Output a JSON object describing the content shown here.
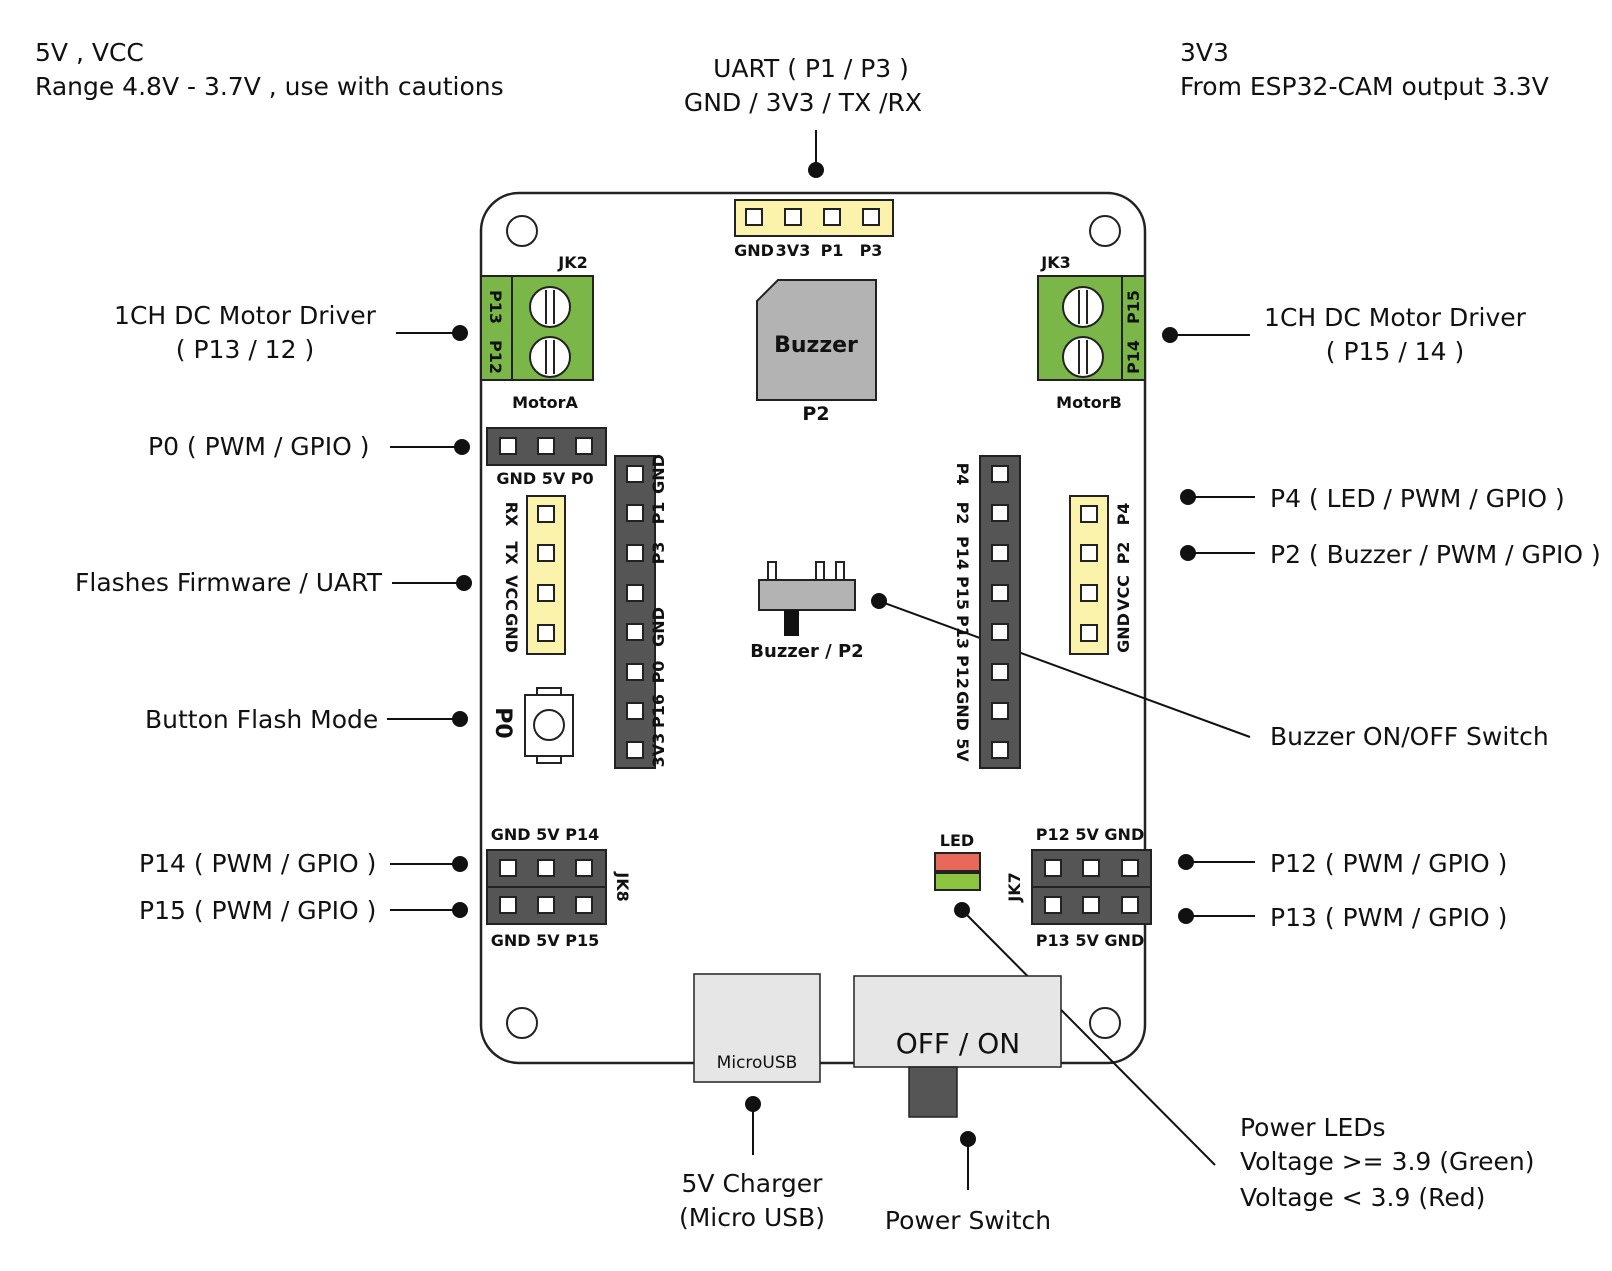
{
  "annotations": {
    "top_left_line1": "5V , VCC",
    "top_left_line2": "Range 4.8V - 3.7V , use with cautions",
    "top_center_line1": "UART ( P1 / P3 )",
    "top_center_line2": "GND / 3V3 / TX /RX",
    "top_right_line1": "3V3",
    "top_right_line2": "From ESP32-CAM output 3.3V",
    "motor_left_line1": "1CH DC Motor Driver",
    "motor_left_line2": "( P13 / 12 )",
    "motor_right_line1": "1CH DC Motor Driver",
    "motor_right_line2": "( P15 / 14 )",
    "p0": "P0 ( PWM / GPIO )",
    "flash_uart": "Flashes Firmware / UART",
    "button_flash": "Button Flash Mode",
    "p14": "P14 ( PWM / GPIO )",
    "p15": "P15 ( PWM / GPIO )",
    "p4": "P4 ( LED / PWM / GPIO )",
    "p2": "P2 ( Buzzer / PWM / GPIO )",
    "buzzer_switch": "Buzzer ON/OFF Switch",
    "p12": "P12 ( PWM / GPIO )",
    "p13": "P13 ( PWM / GPIO )",
    "charger_line1": "5V Charger",
    "charger_line2": "(Micro USB)",
    "power_switch": "Power Switch",
    "leds_line1": "Power LEDs",
    "leds_line2": "Voltage >= 3.9 (Green)",
    "leds_line3": "Voltage < 3.9 (Red)"
  },
  "board": {
    "uart_pins": [
      "GND",
      "3V3",
      "P1",
      "P3"
    ],
    "jk2": "JK2",
    "jk3": "JK3",
    "jk7": "JK7",
    "jk8": "JK8",
    "motor_a": "MotorA",
    "motor_b": "MotorB",
    "motor_a_pins": [
      "P13",
      "P12"
    ],
    "motor_b_pins": [
      "P15",
      "P14"
    ],
    "buzzer": "Buzzer",
    "buzzer_pin": "P2",
    "p0_header": "GND 5V P0",
    "uart_left_pins": [
      "RX",
      "TX",
      "VCC",
      "GND"
    ],
    "left_col_labels": [
      "GND",
      "P1",
      "P3",
      "GND",
      "P0",
      "P16",
      "3V3"
    ],
    "right_col_labels": [
      "P4",
      "P2",
      "P14",
      "P15",
      "P13",
      "P12",
      "GND",
      "5V"
    ],
    "p4_header": [
      "P4",
      "P2",
      "VCC",
      "GND"
    ],
    "switch_label": "Buzzer / P2",
    "button_label": "P0",
    "jk8_top": "GND 5V P14",
    "jk8_bottom": "GND 5V P15",
    "jk7_top": "P12 5V GND",
    "jk7_bottom": "P13 5V GND",
    "led": "LED",
    "microusb": "MicroUSB",
    "power": "OFF / ON"
  },
  "colors": {
    "header_yellow": "#fbf2ac",
    "header_gray": "#555555",
    "terminal_green": "#7ab648",
    "led_red": "#e8685a",
    "led_green": "#8cc63f",
    "buzzer_gray": "#b3b3b3"
  }
}
